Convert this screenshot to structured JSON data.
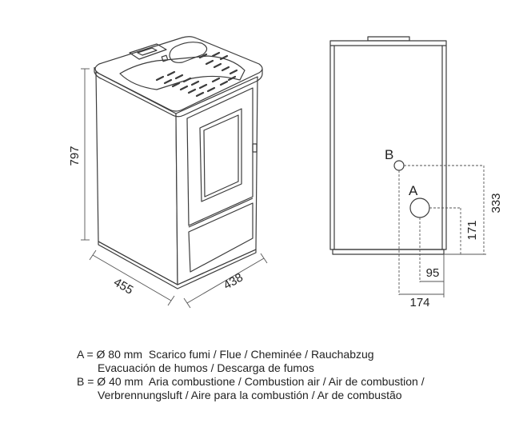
{
  "dimensions": {
    "height": "797",
    "depth": "455",
    "width": "438",
    "b_height": "333",
    "a_height": "171",
    "a_offset": "95",
    "b_offset": "174"
  },
  "connections": {
    "a_label": "A",
    "b_label": "B"
  },
  "legend": {
    "line1": "A = Ø 80 mm  Scarico fumi / Flue / Cheminée / Rauchabzug",
    "line2": "Evacuación de humos / Descarga de fumos",
    "line3": "B = Ø 40 mm  Aria combustione / Combustion air / Air de combustion /",
    "line4": "Verbrennungsluft / Aire para la combustión / Ar de combustão"
  },
  "colors": {
    "line": "#3c3c3c",
    "background": "#ffffff"
  }
}
